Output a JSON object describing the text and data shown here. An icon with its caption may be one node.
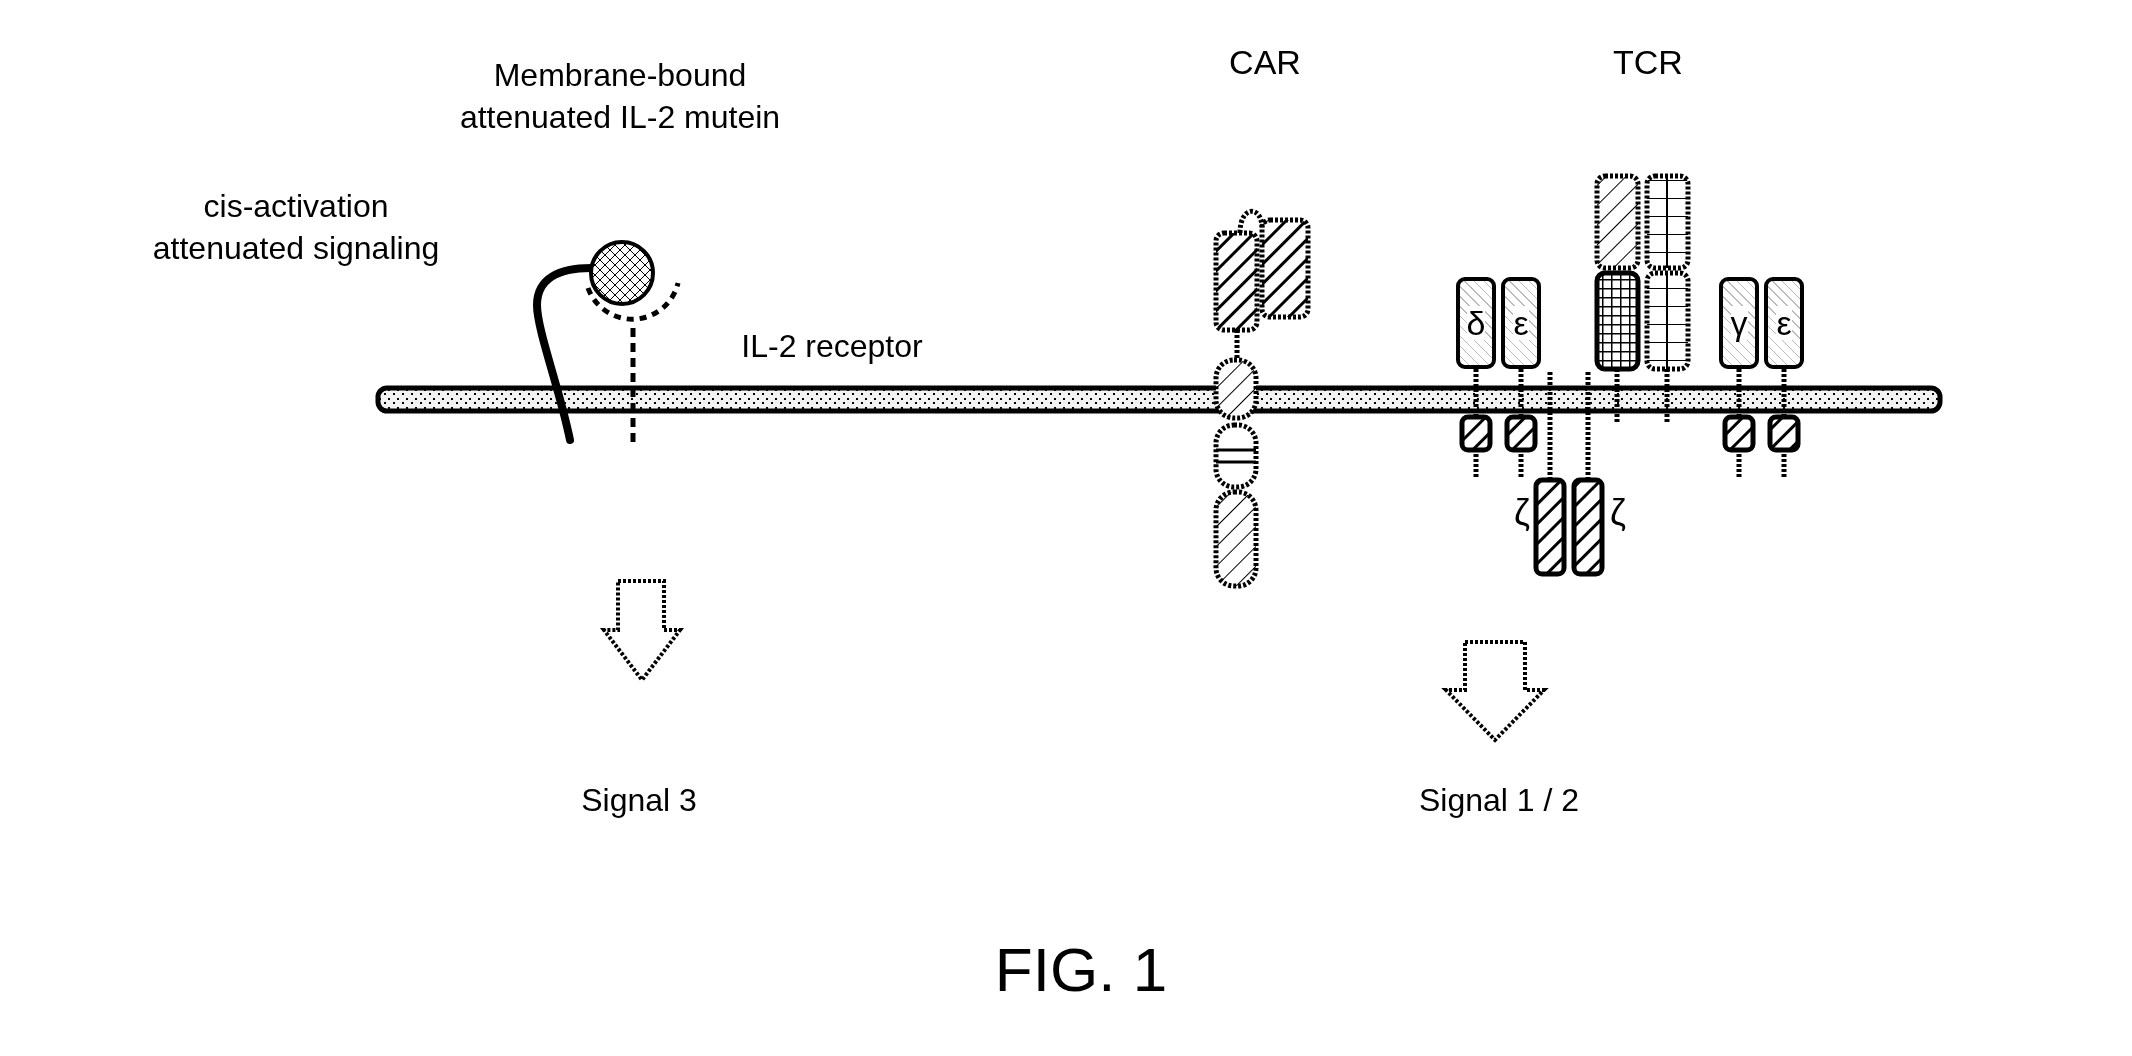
{
  "diagram": {
    "caption": "FIG. 1",
    "nodes": [
      {
        "text": [
          "δ"
        ]
      },
      {
        "text": [
          "ε"
        ]
      },
      {
        "text": [
          "γ"
        ]
      },
      {
        "text": [
          "ε"
        ]
      }
    ],
    "labels": [
      "Membrane-bound attenuated IL-2 mutein",
      "CAR",
      "TCR",
      "IL-2 receptor",
      "cis-activation attenuated signaling",
      "ζ",
      "ζ",
      "Signal 3",
      "Signal 1 / 2"
    ]
  }
}
